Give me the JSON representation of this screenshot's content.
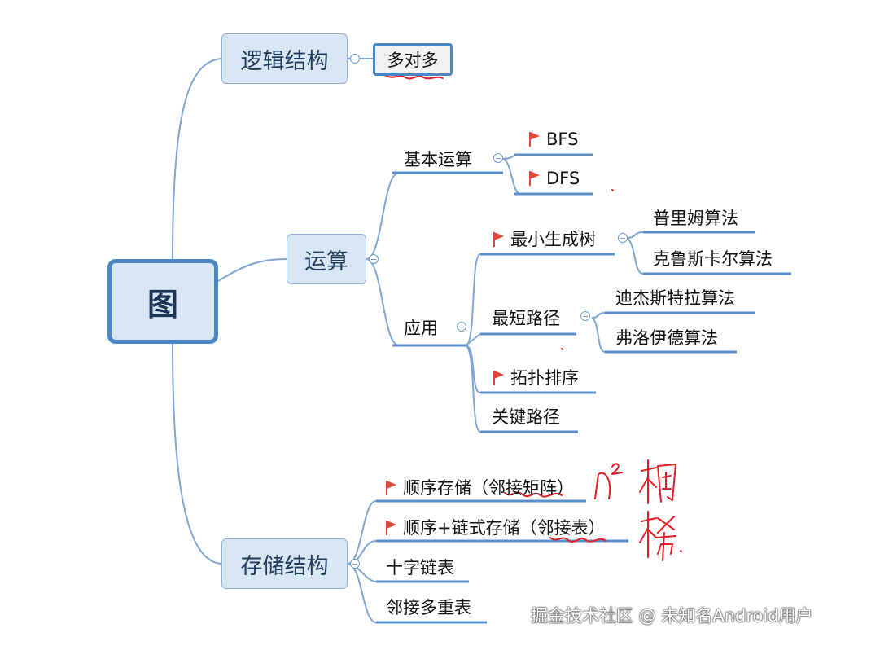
{
  "root": "图",
  "logic": {
    "label": "逻辑结构",
    "leaf": "多对多"
  },
  "ops": {
    "label": "运算",
    "basic": {
      "label": "基本运算",
      "items": [
        "BFS",
        "DFS"
      ]
    },
    "apply": {
      "label": "应用",
      "mst": {
        "label": "最小生成树",
        "items": [
          "普里姆算法",
          "克鲁斯卡尔算法"
        ]
      },
      "shortest": {
        "label": "最短路径",
        "items": [
          "迪杰斯特拉算法",
          "弗洛伊德算法"
        ]
      },
      "topo": "拓扑排序",
      "critical": "关键路径"
    }
  },
  "storage": {
    "label": "存储结构",
    "items": [
      "顺序存储（邻接矩阵）",
      "顺序+链式存储（邻接表）",
      "十字链表",
      "邻接多重表"
    ]
  },
  "watermark": "掘金技术社区 @ 未知名Android用户",
  "colors": {
    "link": "#7fa6d4",
    "flag": "#e2453c",
    "ink": "#e21f26"
  }
}
